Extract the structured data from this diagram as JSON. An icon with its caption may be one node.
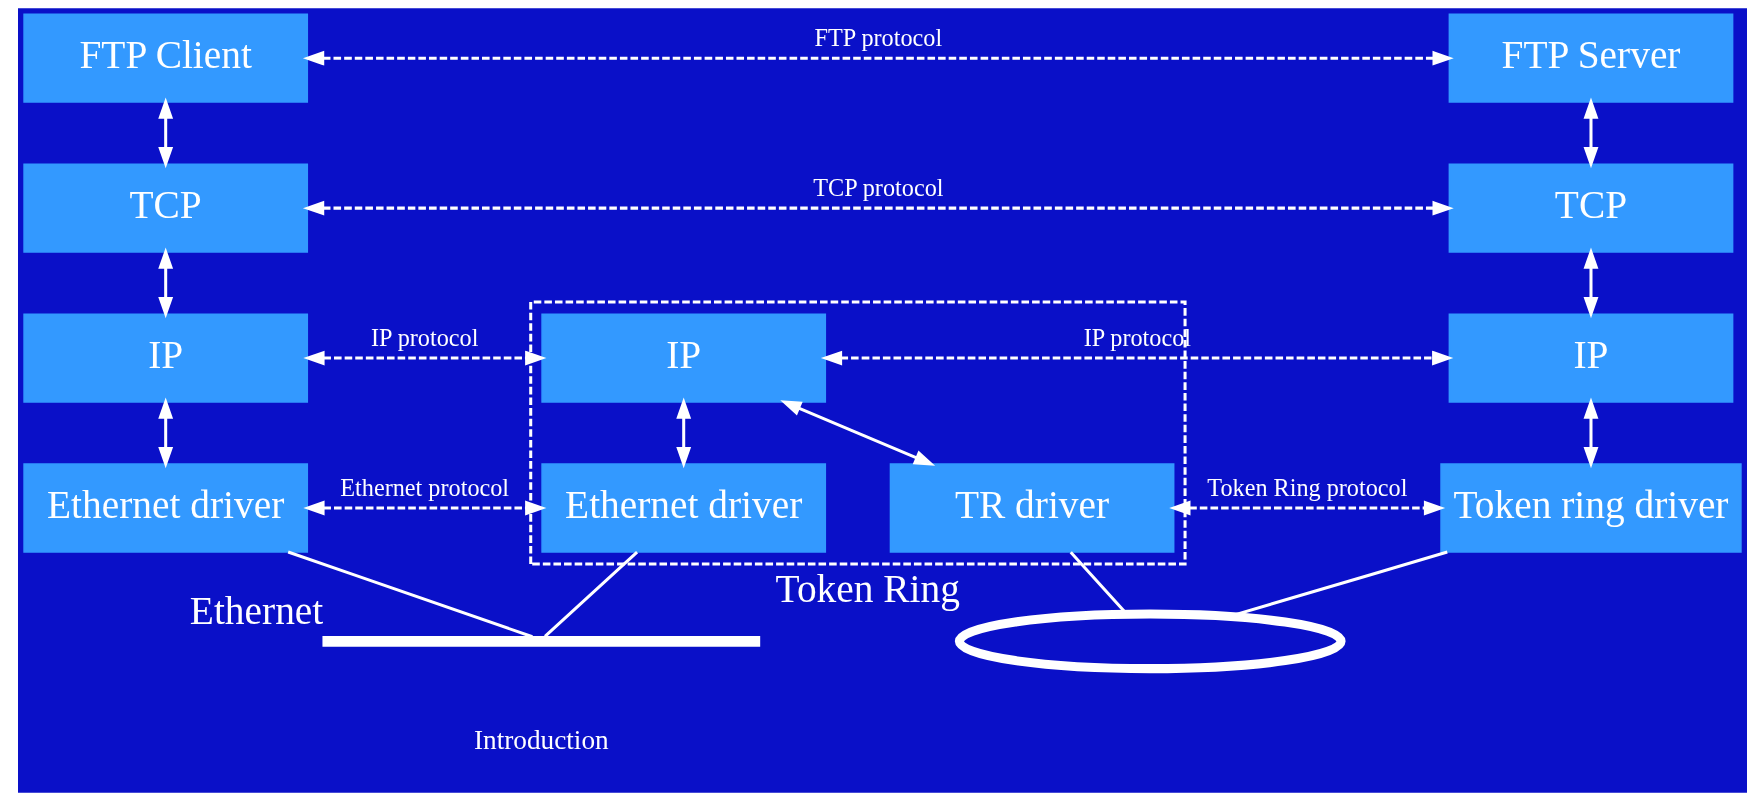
{
  "diagram": {
    "nodes": [
      {
        "text": [
          "FTP Client"
        ]
      },
      {
        "text": [
          "TCP"
        ]
      },
      {
        "text": [
          "IP"
        ]
      },
      {
        "text": [
          "Ethernet driver"
        ]
      },
      {
        "text": [],
        "shape": "box"
      },
      {
        "text": [
          "IP"
        ],
        "in": 4
      },
      {
        "text": [
          "Ethernet driver"
        ],
        "in": 4
      },
      {
        "text": [
          "TR driver"
        ],
        "in": 4
      },
      {
        "text": [
          "FTP Server"
        ]
      },
      {
        "text": [
          "TCP"
        ]
      },
      {
        "text": [
          "IP"
        ]
      },
      {
        "text": [
          "Token ring driver"
        ]
      },
      {
        "text": [],
        "shape": "bar",
        "beside": [
          "Ethernet"
        ]
      },
      {
        "text": [],
        "shape": "ellipse",
        "beside": [
          "Token Ring"
        ]
      }
    ],
    "edges": [
      {
        "from": 0,
        "to": 8,
        "arrow": "both",
        "style": "dashed",
        "label": "FTP protocol"
      },
      {
        "from": 0,
        "to": 1,
        "arrow": "both"
      },
      {
        "from": 8,
        "to": 9,
        "arrow": "both"
      },
      {
        "from": 1,
        "to": 9,
        "arrow": "both",
        "style": "dashed",
        "label": "TCP protocol"
      },
      {
        "from": 1,
        "to": 2,
        "arrow": "both"
      },
      {
        "from": 9,
        "to": 10,
        "arrow": "both"
      },
      {
        "from": 2,
        "to": 5,
        "arrow": "both",
        "style": "dashed",
        "label": "IP protocol"
      },
      {
        "from": 5,
        "to": 10,
        "arrow": "both",
        "style": "dashed",
        "label": "IP protocol"
      },
      {
        "from": 2,
        "to": 3,
        "arrow": "both"
      },
      {
        "from": 5,
        "to": 6,
        "arrow": "both"
      },
      {
        "from": 5,
        "to": 7,
        "arrow": "both"
      },
      {
        "from": 10,
        "to": 11,
        "arrow": "both"
      },
      {
        "from": 3,
        "to": 6,
        "arrow": "both",
        "style": "dashed",
        "label": "Ethernet protocol"
      },
      {
        "from": 7,
        "to": 11,
        "arrow": "both",
        "style": "dashed",
        "label": "Token Ring protocol"
      },
      {
        "from": 3,
        "to": 12,
        "arrow": "none"
      },
      {
        "from": 6,
        "to": 12,
        "arrow": "none"
      },
      {
        "from": 7,
        "to": 13,
        "arrow": "none"
      },
      {
        "from": 11,
        "to": 13,
        "arrow": "none"
      }
    ],
    "labels": [
      "Introduction"
    ]
  }
}
